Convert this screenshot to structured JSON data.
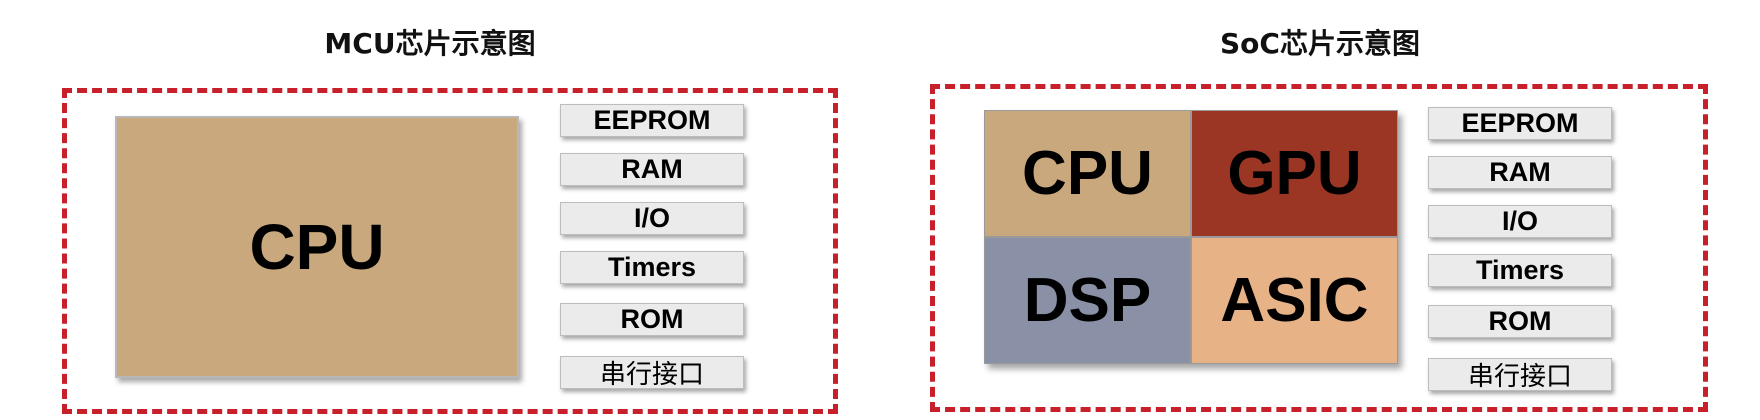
{
  "mcu": {
    "title": "MCU芯片示意图",
    "cpu_label": "CPU",
    "modules": [
      "EEPROM",
      "RAM",
      "I/O",
      "Timers",
      "ROM",
      "串行接口"
    ]
  },
  "soc": {
    "title": "SoC芯片示意图",
    "cores": [
      {
        "label": "CPU",
        "color": "#c9a87d"
      },
      {
        "label": "GPU",
        "color": "#9c3624"
      },
      {
        "label": "DSP",
        "color": "#8a91a6"
      },
      {
        "label": "ASIC",
        "color": "#e6b286"
      }
    ],
    "modules": [
      "EEPROM",
      "RAM",
      "I/O",
      "Timers",
      "ROM",
      "串行接口"
    ]
  },
  "colors": {
    "frame": "#c8202a",
    "module_bg": "#ebebeb"
  }
}
